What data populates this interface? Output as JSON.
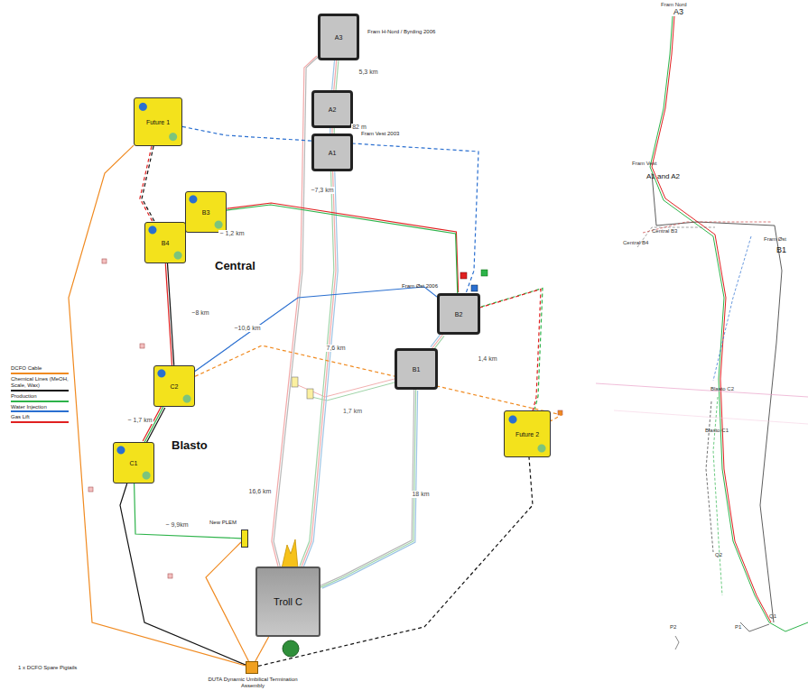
{
  "diagram": {
    "nodes": [
      {
        "text": [
          "A3",
          "Fram H-Nord / Byrding 2006"
        ]
      },
      {
        "text": [
          "A2",
          "Fram Vest 2003"
        ]
      },
      {
        "text": [
          "A1"
        ]
      },
      {
        "text": [
          "Future 1"
        ]
      },
      {
        "text": [
          "B3"
        ]
      },
      {
        "text": [
          "B4"
        ]
      },
      {
        "text": [
          "B2",
          "Fram Øst 2006"
        ]
      },
      {
        "text": [
          "B1"
        ]
      },
      {
        "text": [
          "C2"
        ]
      },
      {
        "text": [
          "C1"
        ]
      },
      {
        "text": [
          "Future 2"
        ]
      },
      {
        "text": [
          "New PLEM"
        ]
      },
      {
        "text": [
          "Troll C"
        ]
      },
      {
        "text": [
          "DUTA Dynamic Umbilical Termination Assembly"
        ]
      }
    ],
    "edges": [
      {
        "from": 0,
        "to": 1,
        "arrow": "none",
        "label": "5,3 km"
      },
      {
        "from": 1,
        "to": 2,
        "arrow": "none",
        "label": "82 m"
      },
      {
        "from": 2,
        "to": 12,
        "arrow": "none",
        "label": "7,6 km"
      },
      {
        "from": 0,
        "to": 12,
        "arrow": "none",
        "label": "16,6 km"
      },
      {
        "from": 6,
        "to": 7,
        "arrow": "none",
        "label": "1,4 km"
      },
      {
        "from": 7,
        "to": 12,
        "arrow": "none",
        "label": "18 km"
      },
      {
        "from": 4,
        "to": 6,
        "arrow": "none",
        "label": "~7,3 km"
      },
      {
        "from": 4,
        "to": 5,
        "arrow": "none",
        "label": "~ 1,2 km"
      },
      {
        "from": 5,
        "to": 8,
        "arrow": "none",
        "label": "~8 km"
      },
      {
        "from": 8,
        "to": 9,
        "arrow": "none",
        "label": "~ 1,7 km"
      },
      {
        "from": 8,
        "to": 6,
        "arrow": "none",
        "label": "~10,6 km"
      },
      {
        "from": 9,
        "to": 11,
        "arrow": "none",
        "label": "~ 9,9km"
      },
      {
        "from": 9,
        "to": 13,
        "arrow": "none"
      },
      {
        "from": 13,
        "to": 10,
        "arrow": "none"
      },
      {
        "from": 3,
        "to": 5,
        "arrow": "none"
      },
      {
        "from": 3,
        "to": 6,
        "arrow": "none"
      },
      {
        "from": 6,
        "to": 10,
        "arrow": "none"
      },
      {
        "from": 12,
        "to": 13,
        "arrow": "none"
      },
      {
        "from": 13,
        "to": 11,
        "arrow": "none"
      },
      {
        "from": 13,
        "to": 3,
        "arrow": "none"
      },
      {
        "from": 8,
        "to": 10,
        "arrow": "none"
      }
    ],
    "labels": [
      "Central",
      "Blasto",
      "1,7 km",
      "1 x DCFO Spare Pigtails",
      "Fram Nord",
      "A3",
      "Fram Vest",
      "A1 and A2",
      "Central B3",
      "Central B4",
      "Fram Øst",
      "B1",
      "Blasto C2",
      "Blasto C1",
      "Q2",
      "Q1",
      "P2",
      "P1"
    ],
    "legend": [
      {
        "text": "DCFO Cable",
        "color": "#f08a20"
      },
      {
        "text": "Chemical Lines (MeOH, Scale, Wax)",
        "color": "#111111"
      },
      {
        "text": "Production",
        "color": "#2db34a"
      },
      {
        "text": "Water Injection",
        "color": "#2a6fd0"
      },
      {
        "text": "Gas Lift",
        "color": "#e02020"
      }
    ]
  }
}
